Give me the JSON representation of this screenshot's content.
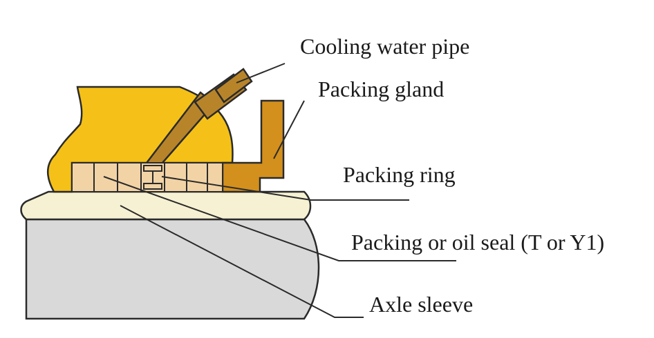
{
  "labels": {
    "cooling_water_pipe": "Cooling water pipe",
    "packing_gland": "Packing gland",
    "packing_ring": "Packing ring",
    "packing_or_oil_seal": "Packing or oil seal (T or Y1)",
    "axle_sleeve": "Axle sleeve"
  },
  "colors": {
    "housing": "#f5c118",
    "gland": "#d4901c",
    "pipe": "#b8842a",
    "packing": "#f2d3a6",
    "sleeve": "#f6f1d2",
    "shaft": "#d9d9d9",
    "outline": "#2a2a2a"
  }
}
